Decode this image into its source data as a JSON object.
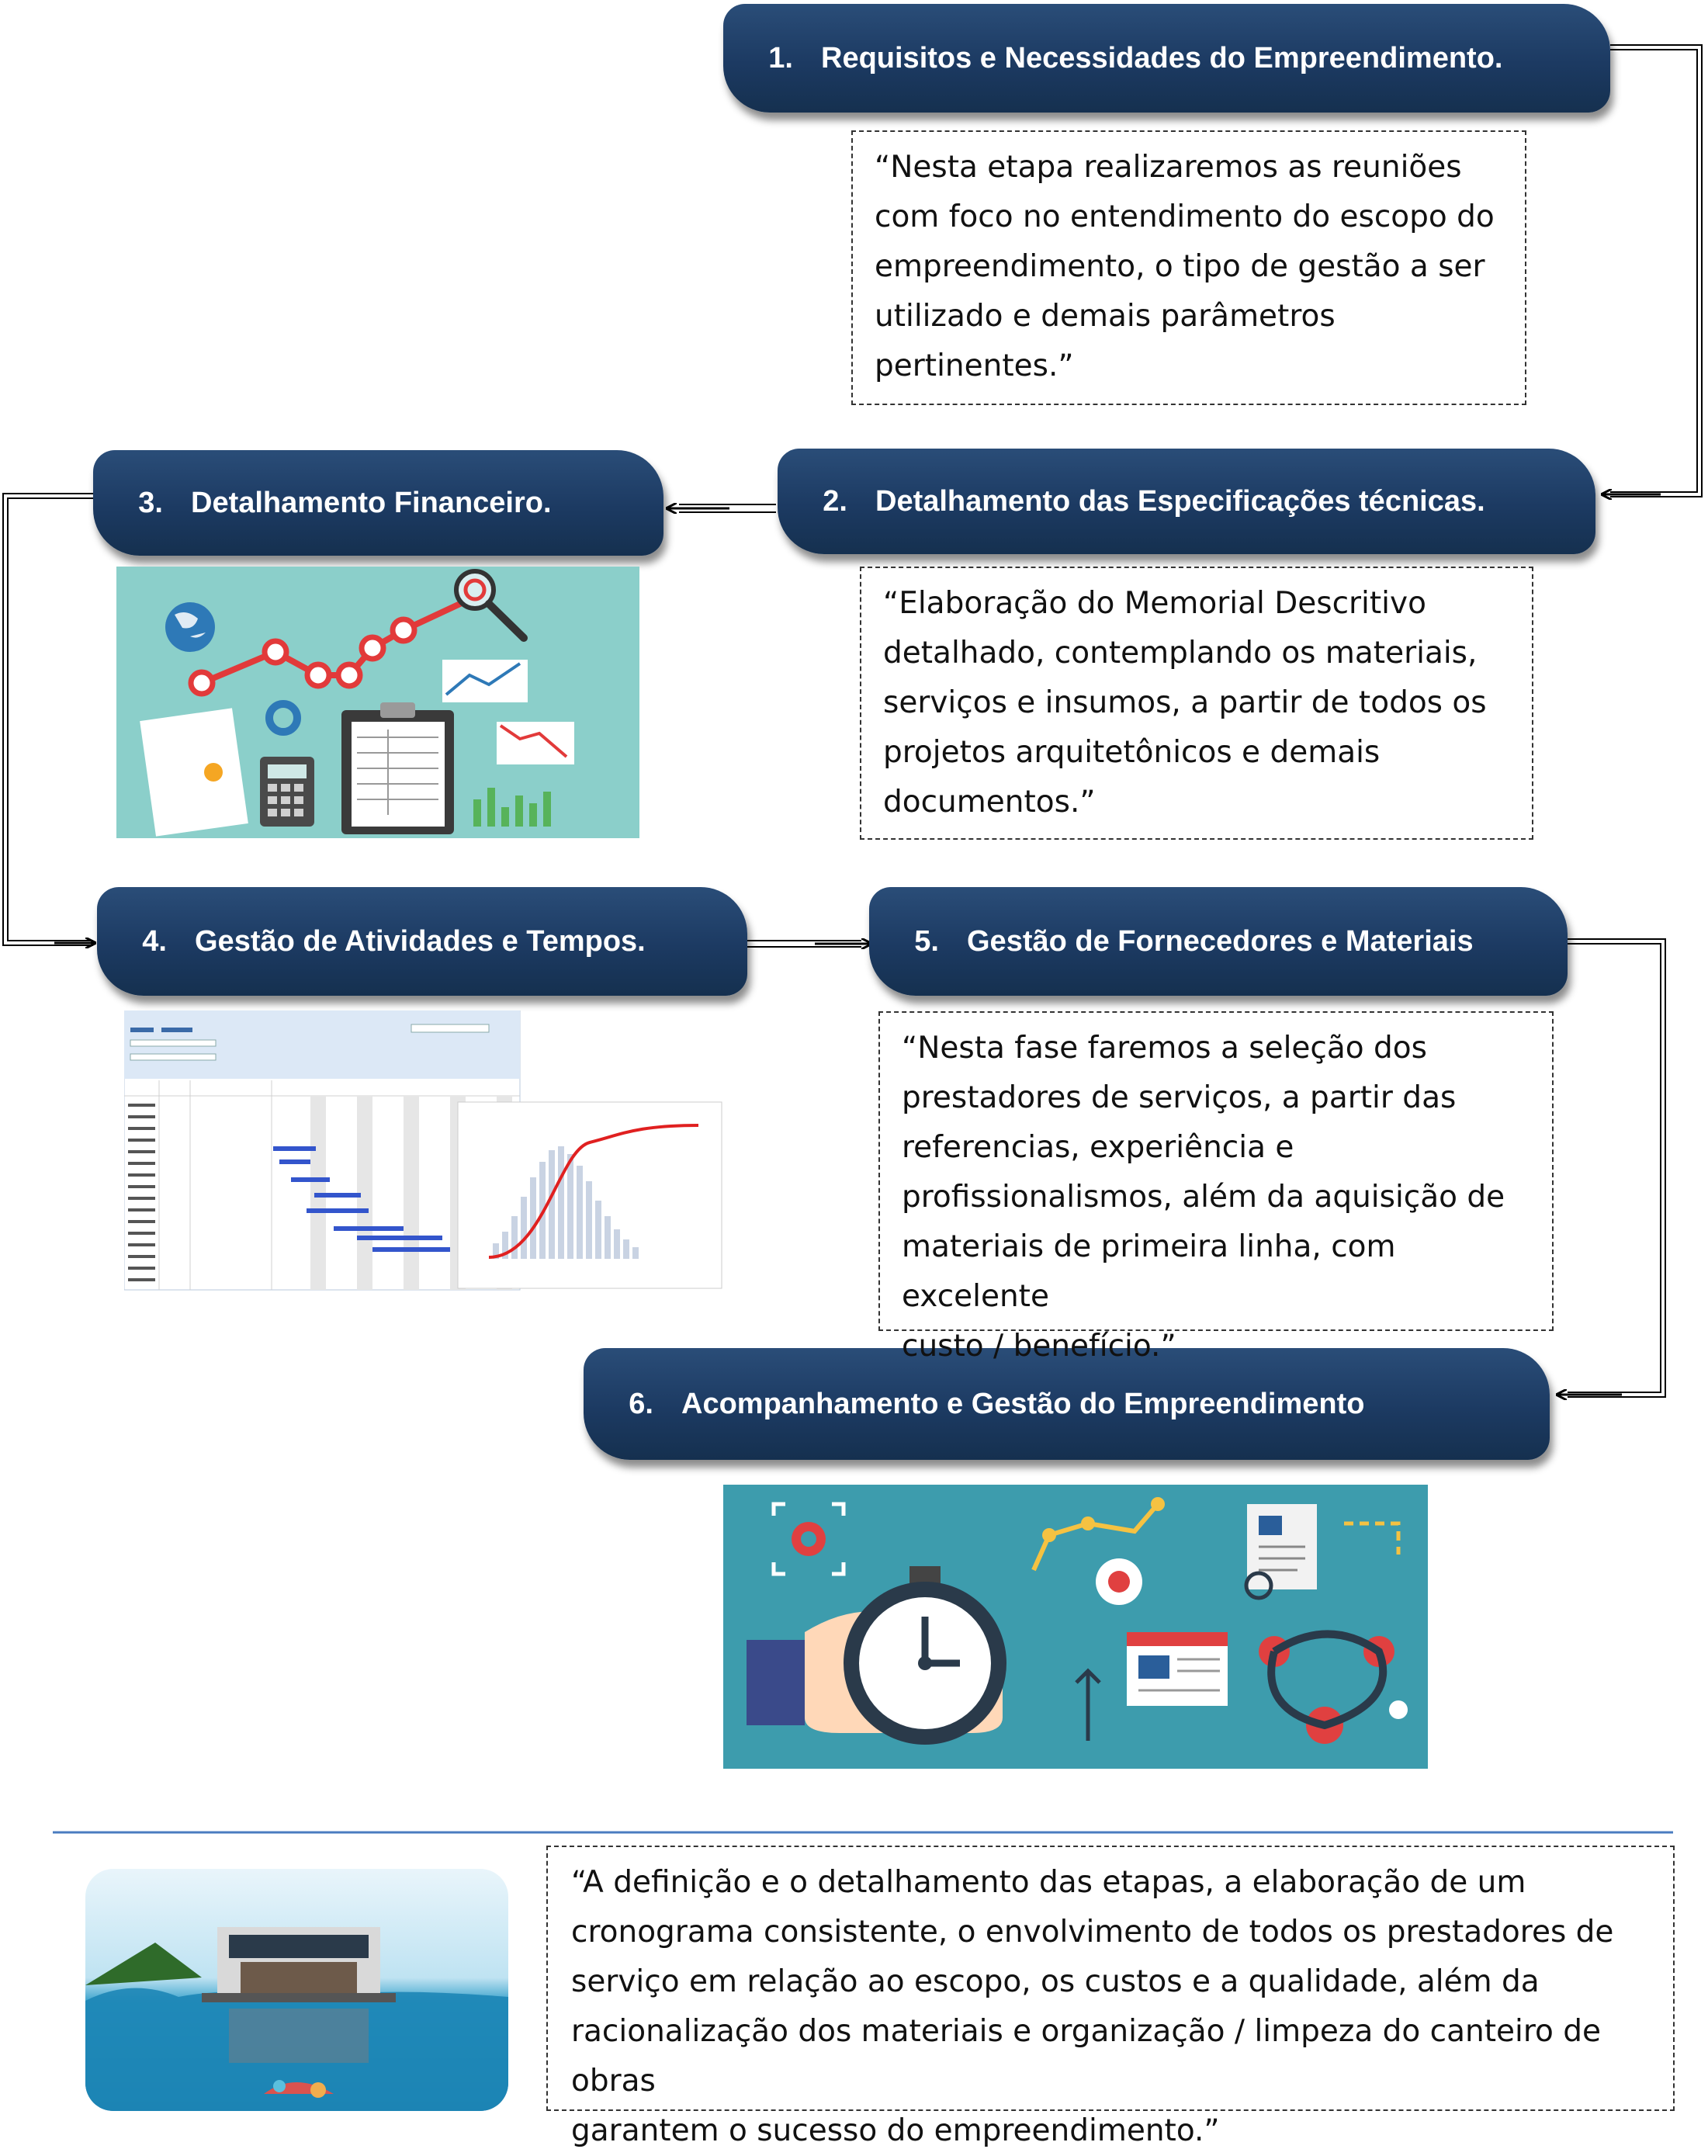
{
  "steps": [
    {
      "num": "1.",
      "title": "Requisitos e Necessidades do Empreendimento."
    },
    {
      "num": "2.",
      "title": "Detalhamento das Especificações técnicas."
    },
    {
      "num": "3.",
      "title": "Detalhamento Financeiro."
    },
    {
      "num": "4.",
      "title": "Gestão de Atividades e Tempos."
    },
    {
      "num": "5.",
      "title": "Gestão de Fornecedores e Materiais"
    },
    {
      "num": "6.",
      "title": "Acompanhamento e Gestão do Empreendimento"
    }
  ],
  "notes": {
    "step1": "“Nesta etapa realizaremos as reuniões\ncom foco no entendimento do escopo do\nempreendimento, o tipo de gestão a ser\nutilizado e demais parâmetros\npertinentes.”",
    "step2": "“Elaboração do Memorial Descritivo\ndetalhado, contemplando os materiais,\nserviços e insumos, a partir de todos os\nprojetos arquitetônicos e demais\ndocumentos.”",
    "step5": "“Nesta fase faremos a seleção dos\nprestadores de serviços,  a partir das\nreferencias, experiência e\nprofissionalismos, além da aquisição de\nmateriais de primeira linha, com excelente\ncusto / benefício.”",
    "conclusion": "“A definição e o detalhamento das etapas, a elaboração de um\ncronograma consistente, o envolvimento de todos os prestadores de\nserviço em relação ao escopo, os custos e a qualidade, além da\nracionalização dos materiais e organização / limpeza do canteiro de obras\ngarantem o sucesso do empreendimento.”"
  },
  "colors": {
    "banner": "#1c3a62",
    "finance_bg": "#8bcfca",
    "management_bg": "#3d9cad",
    "curve": "#e02020"
  },
  "icons": [
    "globe-icon",
    "magnifier-icon",
    "calculator-icon",
    "clipboard-icon",
    "stopwatch-icon",
    "gear-icon"
  ]
}
